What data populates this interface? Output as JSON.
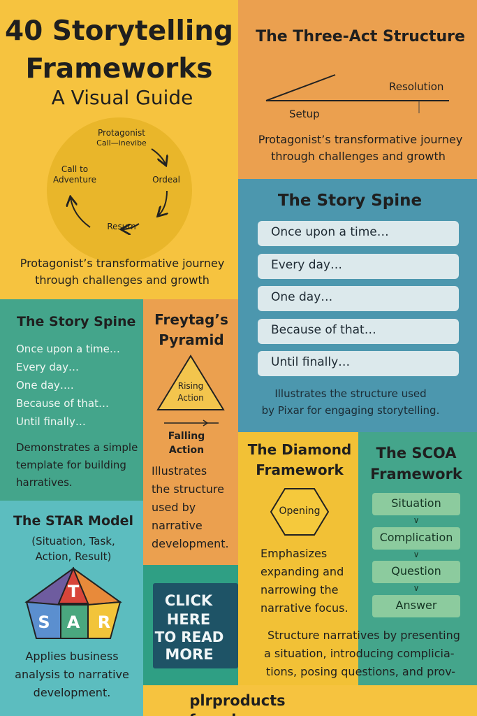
{
  "hero": {
    "title_line1": "40 Storytelling",
    "title_line2": "Frameworks",
    "subtitle": "A Visual Guide",
    "cycle": {
      "top_label_1": "Protagonist",
      "top_label_2": "Call—inevibe",
      "left_label_1": "Call to",
      "left_label_2": "Adventure",
      "right_label": "Ordeal",
      "bottom_label": "Resurn"
    },
    "description_1": "Protagonist’s transformative journey",
    "description_2": "through challenges and growth"
  },
  "three_act": {
    "title": "The Three-Act Structure",
    "setup_label": "Setup",
    "resolution_label": "Resolution",
    "description_1": "Protagonist’s transformative journey",
    "description_2": "through challenges and growth"
  },
  "story_spine_right": {
    "title": "The Story Spine",
    "items": [
      "Once upon a time…",
      "Every day…",
      "One day…",
      "Because of that…",
      "Until finally…"
    ],
    "description_1": "Illustrates the structure used",
    "description_2": "by Pixar for engaging storytelling."
  },
  "story_spine_left": {
    "title": "The Story Spine",
    "items": [
      "Once upon a time…",
      "Every day…",
      "One day….",
      "Because of that…",
      "Until finally…"
    ],
    "description_1": "Demonstrates a simple",
    "description_2": "template for building",
    "description_3": "harratives."
  },
  "freytag": {
    "title_1": "Freytag’s",
    "title_2": "Pyramid",
    "rising_1": "Rising",
    "rising_2": "Action",
    "falling_1": "Falling",
    "falling_2": "Action",
    "description": [
      "Illustrates",
      "the structure",
      "used by",
      "narrative",
      "development."
    ]
  },
  "diamond": {
    "title_1": "The Diamond",
    "title_2": "Framework",
    "shape_label": "Opening",
    "description": [
      "Emphasizes",
      "expanding and",
      "narrowing the",
      "narrative focus."
    ]
  },
  "scoa": {
    "title_1": "The SCOA",
    "title_2": "Framework",
    "steps": [
      "Situation",
      "Complication",
      "Question",
      "Answer"
    ],
    "chevron": "∨",
    "description": [
      "Structure narratives by presenting",
      "a situation, introducing complicia-",
      "tions, posing questions, and prov-"
    ]
  },
  "star": {
    "title": "The STAR Model",
    "subtitle_1": "(Situation, Task,",
    "subtitle_2": "Action, Result)",
    "letters": {
      "t": "T",
      "s": "S",
      "a": "A",
      "r": "R"
    },
    "description_1": "Applies business",
    "description_2": "analysis to narrative",
    "description_3": "development."
  },
  "cta": {
    "line1": "CLICK",
    "line2": "HERE",
    "line3": "TO READ",
    "line4": "MORE"
  },
  "footer": {
    "url": "plrproducts​forsale.com"
  },
  "colors": {
    "yellow": "#f6c33f",
    "orange": "#eba04f",
    "blue": "#4c97ae",
    "green": "#44a58b",
    "teal": "#5cbdbf",
    "navy": "#1e5366",
    "pill": "#dce9ec",
    "scoa_box": "#8ccb9e"
  }
}
